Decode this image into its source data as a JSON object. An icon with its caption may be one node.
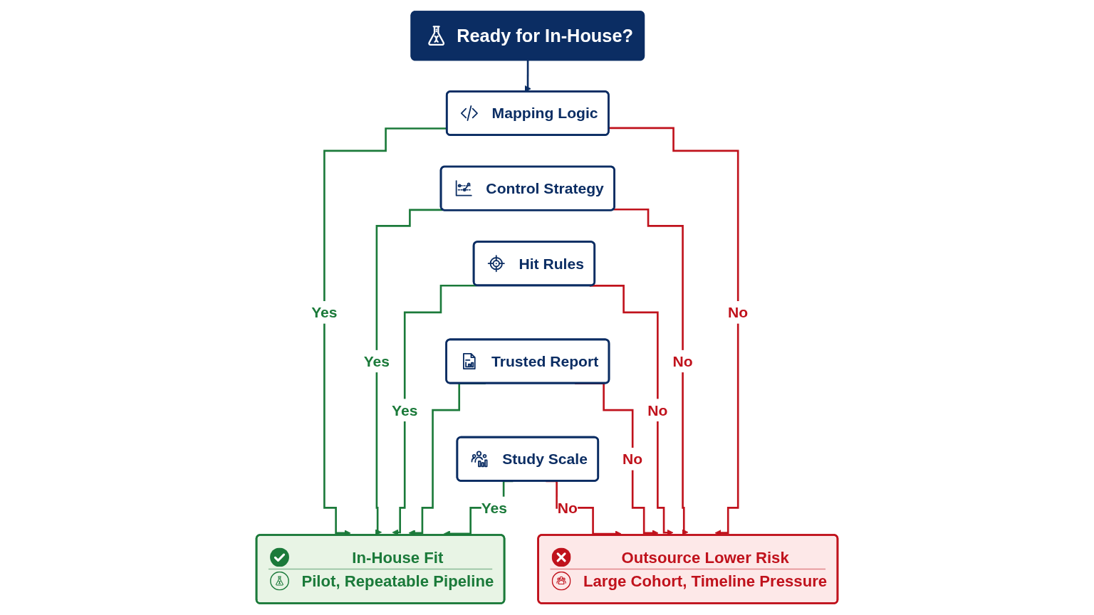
{
  "diagram": {
    "nodes": [
      {
        "text": [
          "Ready for In-House?"
        ]
      },
      {
        "text": [
          "Mapping Logic"
        ]
      },
      {
        "text": [
          "Control Strategy"
        ]
      },
      {
        "text": [
          "Hit Rules"
        ]
      },
      {
        "text": [
          "Trusted Report"
        ]
      },
      {
        "text": [
          "Study Scale"
        ]
      },
      {
        "text": [
          "In-House Fit",
          "Pilot, Repeatable Pipeline"
        ]
      },
      {
        "text": [
          "Outsource Lower Risk",
          "Large Cohort, Timeline Pressure"
        ]
      }
    ],
    "edges": [
      {
        "from": 0,
        "to": 1,
        "arrow": "to",
        "color": "#0b2d63"
      },
      {
        "from": 1,
        "to": 6,
        "arrow": "to",
        "label": "Yes",
        "color": "#1b7a3a"
      },
      {
        "from": 1,
        "to": 7,
        "arrow": "to",
        "label": "No",
        "color": "#c0121c"
      },
      {
        "from": 2,
        "to": 6,
        "arrow": "to",
        "label": "Yes",
        "color": "#1b7a3a"
      },
      {
        "from": 2,
        "to": 7,
        "arrow": "to",
        "label": "No",
        "color": "#c0121c"
      },
      {
        "from": 3,
        "to": 6,
        "arrow": "to",
        "label": "Yes",
        "color": "#1b7a3a"
      },
      {
        "from": 3,
        "to": 7,
        "arrow": "to",
        "label": "No",
        "color": "#c0121c"
      },
      {
        "from": 4,
        "to": 6,
        "arrow": "to",
        "color": "#1b7a3a"
      },
      {
        "from": 4,
        "to": 7,
        "arrow": "to",
        "label": "No",
        "color": "#c0121c"
      },
      {
        "from": 5,
        "to": 6,
        "arrow": "to",
        "label": "Yes",
        "color": "#1b7a3a"
      },
      {
        "from": 5,
        "to": 7,
        "arrow": "to",
        "label": "No",
        "color": "#c0121c"
      }
    ]
  }
}
